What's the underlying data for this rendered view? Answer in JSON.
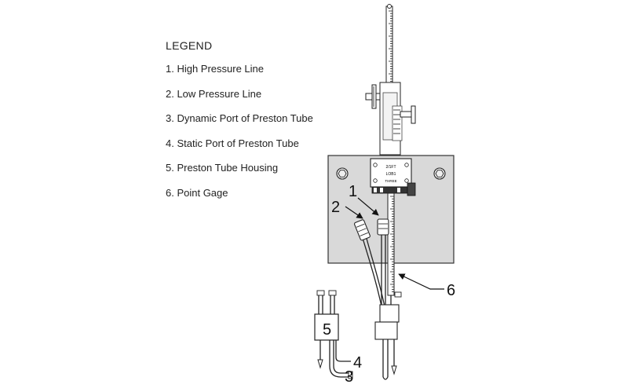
{
  "legend": {
    "title": "LEGEND",
    "items": [
      "1. High Pressure Line",
      "2. Low Pressure Line",
      "3. Dynamic Port of Preston Tube",
      "4. Static Port of Preston Tube",
      "5. Preston Tube Housing",
      "6. Point Gage"
    ]
  },
  "callouts": {
    "c1": "1",
    "c2": "2",
    "c3": "3",
    "c4": "4",
    "c5": "5",
    "c6": "6"
  },
  "gage_face": {
    "line1": "2/1FT",
    "line2": "LOB1",
    "line3": "THREE"
  }
}
